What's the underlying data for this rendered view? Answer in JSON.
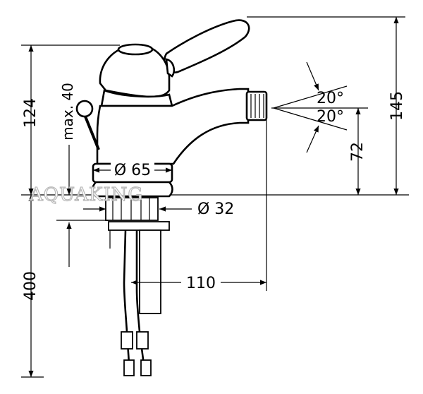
{
  "watermark": "AQUAKING",
  "dimensions": {
    "d124": "124",
    "max40": "max. 40",
    "d400": "400",
    "d145": "145",
    "d72": "72",
    "ang_top": "20°",
    "ang_bottom": "20°",
    "dia65": "Ø 65",
    "dia32": "Ø 32",
    "d110": "110"
  }
}
